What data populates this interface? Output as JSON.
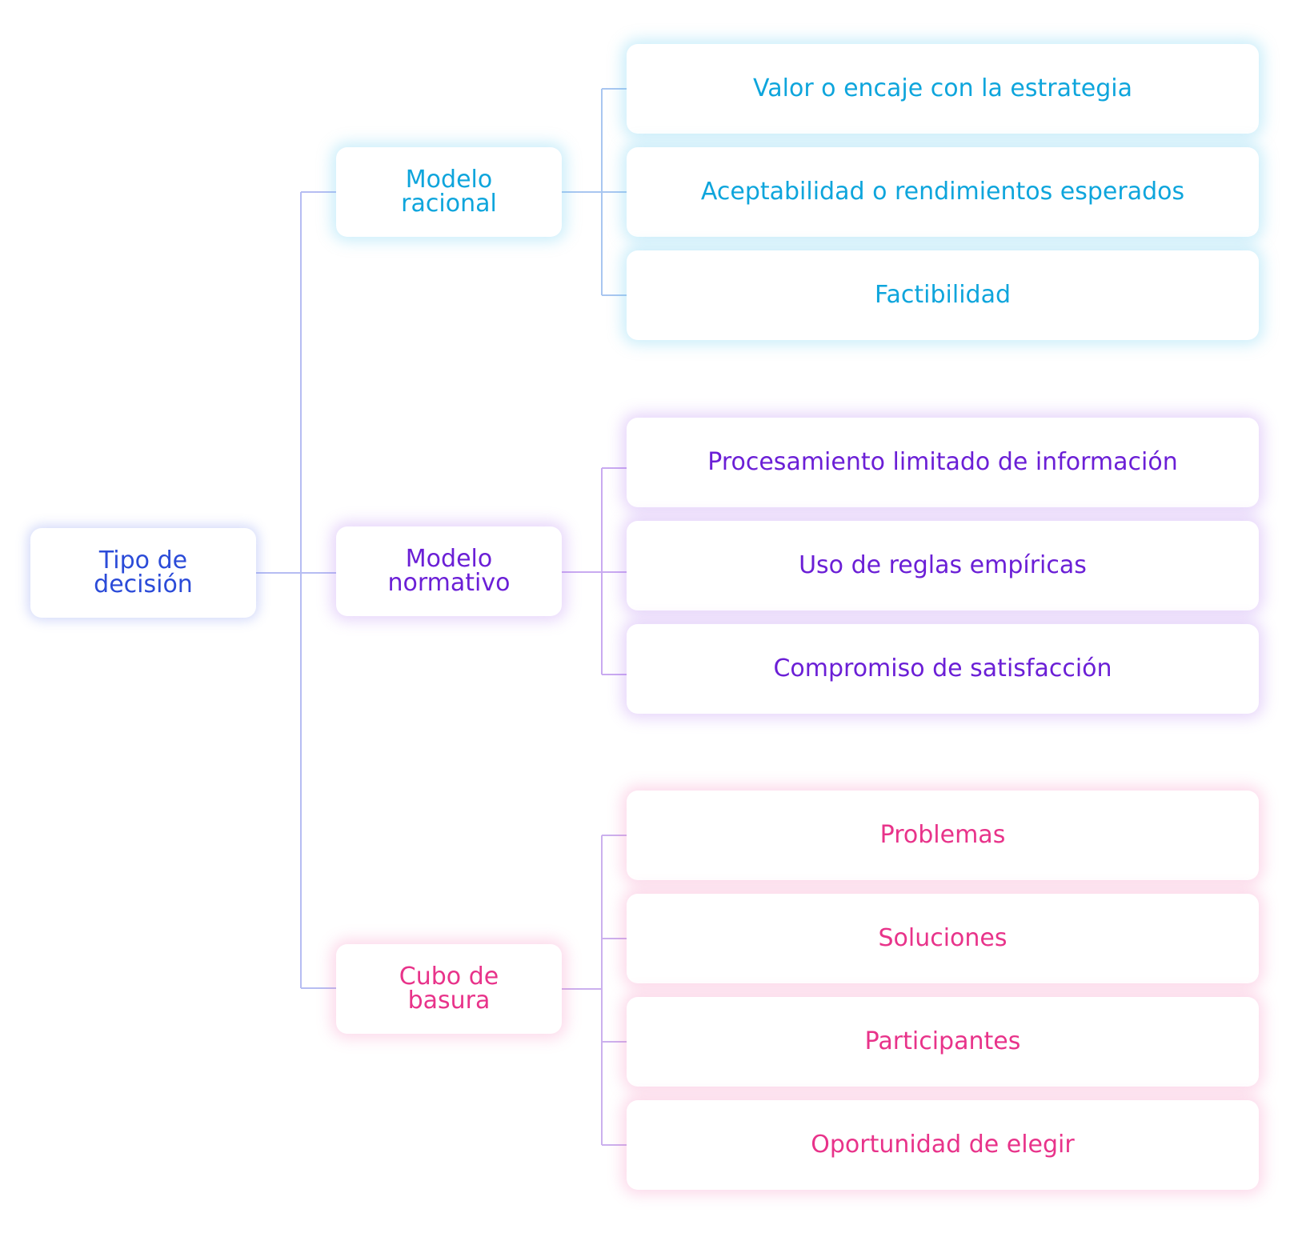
{
  "root": {
    "label": "Tipo de\ndecisión"
  },
  "branches": [
    {
      "key": "racional",
      "label": "Modelo\nracional",
      "color": "#0ea5dc",
      "children": [
        "Valor o encaje con la estrategia",
        "Aceptabilidad o rendimientos esperados",
        "Factibilidad"
      ]
    },
    {
      "key": "normativo",
      "label": "Modelo\nnormativo",
      "color": "#6b1fd6",
      "children": [
        "Procesamiento limitado de información",
        "Uso de reglas empíricas",
        "Compromiso de satisfacción"
      ]
    },
    {
      "key": "basura",
      "label": "Cubo de basura",
      "color": "#e8338a",
      "children": [
        "Problemas",
        "Soluciones",
        "Participantes",
        "Oportunidad de elegir"
      ]
    }
  ]
}
